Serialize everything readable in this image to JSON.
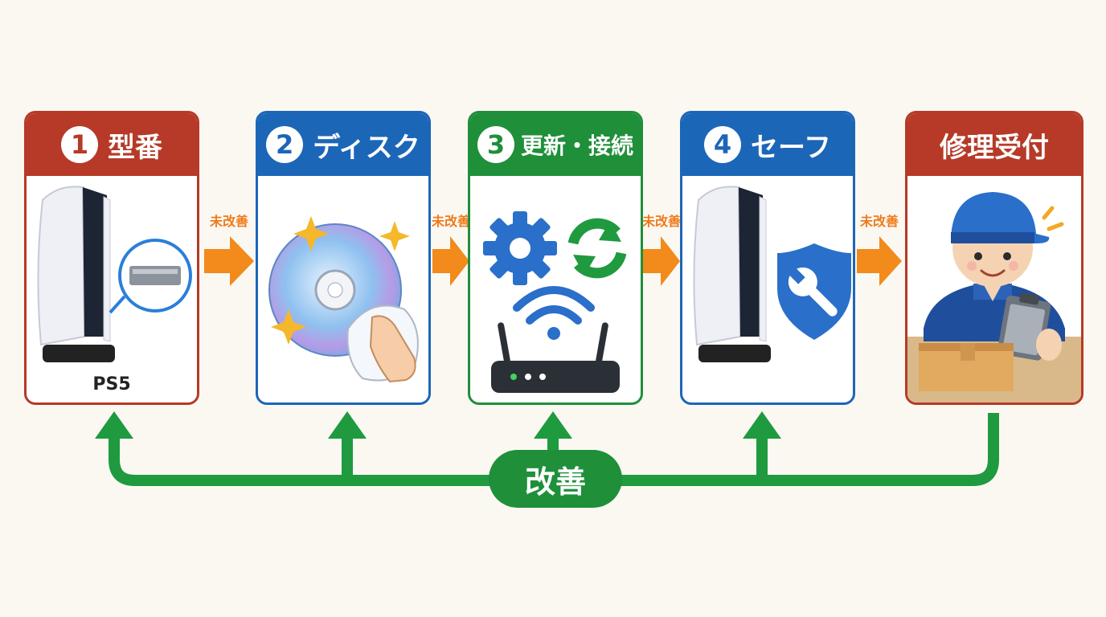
{
  "steps": [
    {
      "num": "1",
      "title": "型番",
      "color": "#b63a27",
      "caption": "PS5"
    },
    {
      "num": "2",
      "title": "ディスク",
      "color": "#1c66b8"
    },
    {
      "num": "3",
      "title": "更新・接続",
      "color": "#1f8f3a"
    },
    {
      "num": "4",
      "title": "セーフ",
      "color": "#1c66b8"
    },
    {
      "title": "修理受付",
      "color": "#b63a27"
    }
  ],
  "arrows": {
    "label": "未改善"
  },
  "feedback": {
    "label": "改善"
  }
}
